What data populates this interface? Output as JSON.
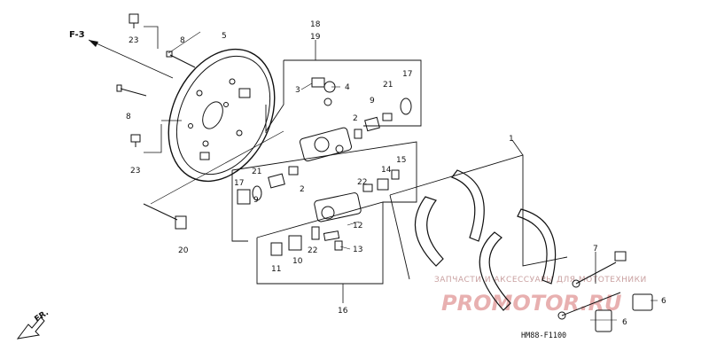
{
  "diagram": {
    "section_code": "F-3",
    "direction_label": "FR.",
    "figure_code": "HM88-F1100",
    "watermark_line1": "ЗАПЧАСТИ И АКСЕССУАРЫ ДЛЯ МОТОТЕХНИКИ",
    "watermark_line2": "PROMOTOR.RU",
    "callouts": [
      {
        "id": "c-18",
        "label": "18"
      },
      {
        "id": "c-19",
        "label": "19"
      },
      {
        "id": "c-23a",
        "label": "23"
      },
      {
        "id": "c-8a",
        "label": "8"
      },
      {
        "id": "c-5",
        "label": "5"
      },
      {
        "id": "c-8b",
        "label": "8"
      },
      {
        "id": "c-23b",
        "label": "23"
      },
      {
        "id": "c-3",
        "label": "3"
      },
      {
        "id": "c-4",
        "label": "4"
      },
      {
        "id": "c-9a",
        "label": "9"
      },
      {
        "id": "c-21a",
        "label": "21"
      },
      {
        "id": "c-17a",
        "label": "17"
      },
      {
        "id": "c-2a",
        "label": "2"
      },
      {
        "id": "c-21b",
        "label": "21"
      },
      {
        "id": "c-17b",
        "label": "17"
      },
      {
        "id": "c-9b",
        "label": "9"
      },
      {
        "id": "c-2b",
        "label": "2"
      },
      {
        "id": "c-22a",
        "label": "22"
      },
      {
        "id": "c-14",
        "label": "14"
      },
      {
        "id": "c-15",
        "label": "15"
      },
      {
        "id": "c-12",
        "label": "12"
      },
      {
        "id": "c-22b",
        "label": "22"
      },
      {
        "id": "c-13",
        "label": "13"
      },
      {
        "id": "c-11",
        "label": "11"
      },
      {
        "id": "c-10",
        "label": "10"
      },
      {
        "id": "c-20",
        "label": "20"
      },
      {
        "id": "c-16",
        "label": "16"
      },
      {
        "id": "c-1",
        "label": "1"
      },
      {
        "id": "c-7",
        "label": "7"
      },
      {
        "id": "c-6a",
        "label": "6"
      },
      {
        "id": "c-6b",
        "label": "6"
      }
    ]
  }
}
